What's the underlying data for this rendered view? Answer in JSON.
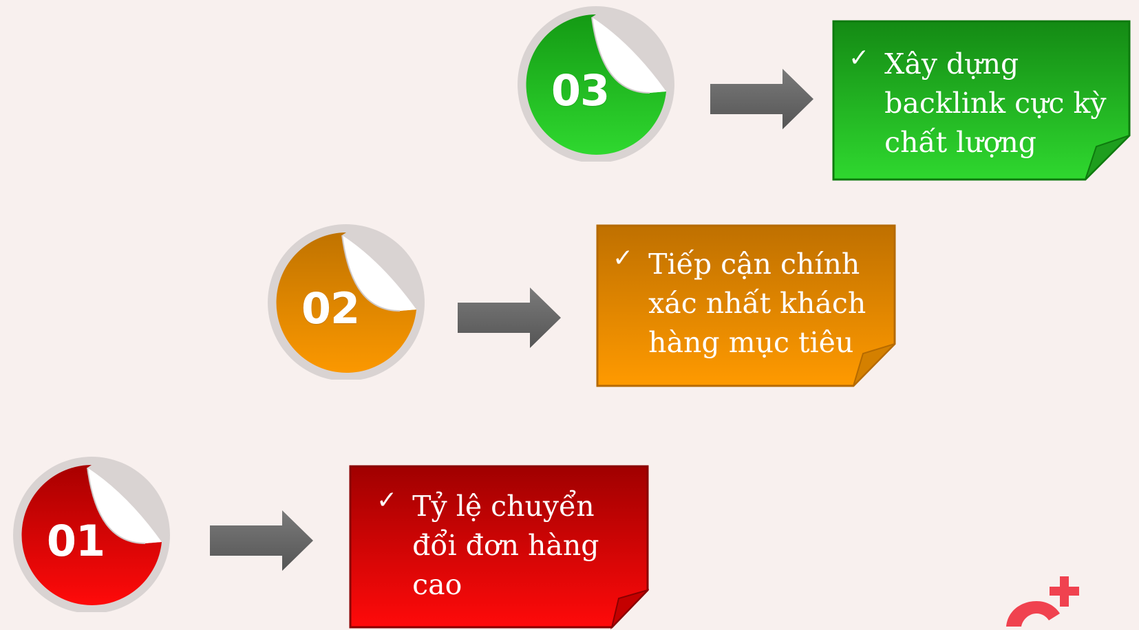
{
  "steps": [
    {
      "number": "03",
      "text": "Xây dựng\nbacklink cực kỳ\nchất lượng",
      "color_light": "#2fd82f",
      "color_dark": "#149a14",
      "border": "#0e7a0e"
    },
    {
      "number": "02",
      "text": "Tiếp cận chính\nxác nhất khách\nhàng mục tiêu",
      "color_light": "#fb9800",
      "color_dark": "#c07300",
      "border": "#b56a00"
    },
    {
      "number": "01",
      "text": "Tỷ lệ chuyển\nđổi đơn hàng\ncao",
      "color_light": "#ff0a0a",
      "color_dark": "#a80000",
      "border": "#8a0000"
    }
  ],
  "check_glyph": "✓",
  "arrow_color": "#6e6e6e",
  "logo_color": "#f0424f"
}
